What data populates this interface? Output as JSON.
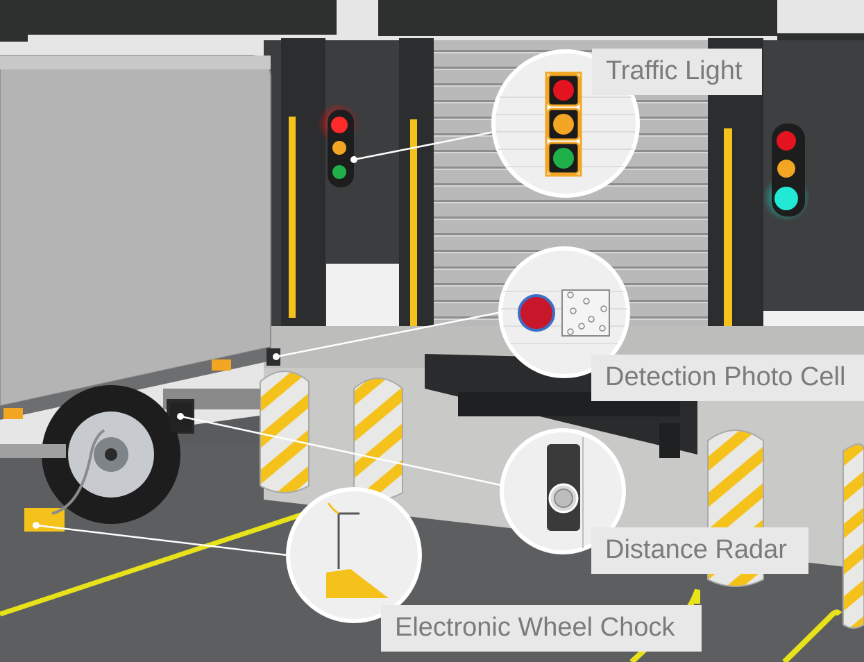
{
  "labels": {
    "traffic_light": "Traffic Light",
    "photo_cell": "Detection Photo Cell",
    "distance_radar": "Distance Radar",
    "wheel_chock": "Electronic Wheel Chock"
  },
  "icons": {
    "traffic_light": "traffic-light-icon",
    "photo_cell": "photo-cell-icon",
    "distance_radar": "distance-radar-icon",
    "wheel_chock": "wheel-chock-icon"
  },
  "colors": {
    "accent_yellow": "#f5c21b",
    "light_red": "#e3141f",
    "light_amber": "#f2a623",
    "light_green": "#1fb04a",
    "light_cyan": "#1fe6d3",
    "label_bg": "#e8e8e8",
    "label_text": "#7b7b7b"
  }
}
